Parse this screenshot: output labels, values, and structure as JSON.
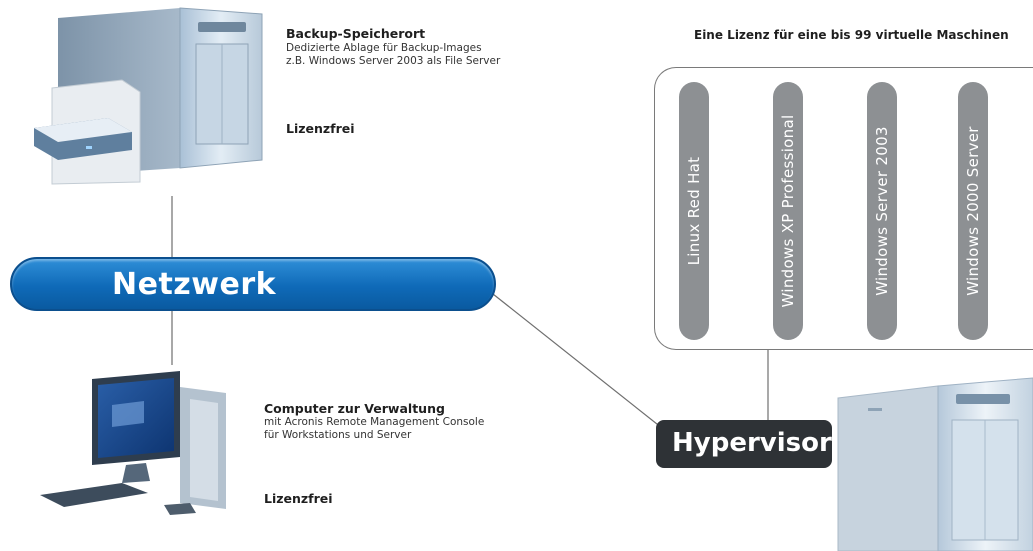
{
  "backup": {
    "title": "Backup-Speicherort",
    "line1": "Dedizierte Ablage für Backup-Images",
    "line2": "z.B. Windows Server 2003 als File Server",
    "license": "Lizenzfrei",
    "icon": "server-tower-with-storage-drive"
  },
  "network": {
    "label": "Netzwerk",
    "color": "#0f6ab8"
  },
  "management": {
    "title": "Computer zur Verwaltung",
    "line1": "mit Acronis Remote Management Console",
    "line2": "für Workstations und Server",
    "license": "Lizenzfrei",
    "icon": "desktop-computer"
  },
  "licensing": {
    "title": "Eine Lizenz für eine bis 99 virtuelle Maschinen",
    "vms": [
      "Linux Red Hat",
      "Windows XP Professional",
      "Windows Server 2003",
      "Windows 2000 Server"
    ]
  },
  "hypervisor": {
    "label": "Hypervisor",
    "icon": "server-tower"
  }
}
